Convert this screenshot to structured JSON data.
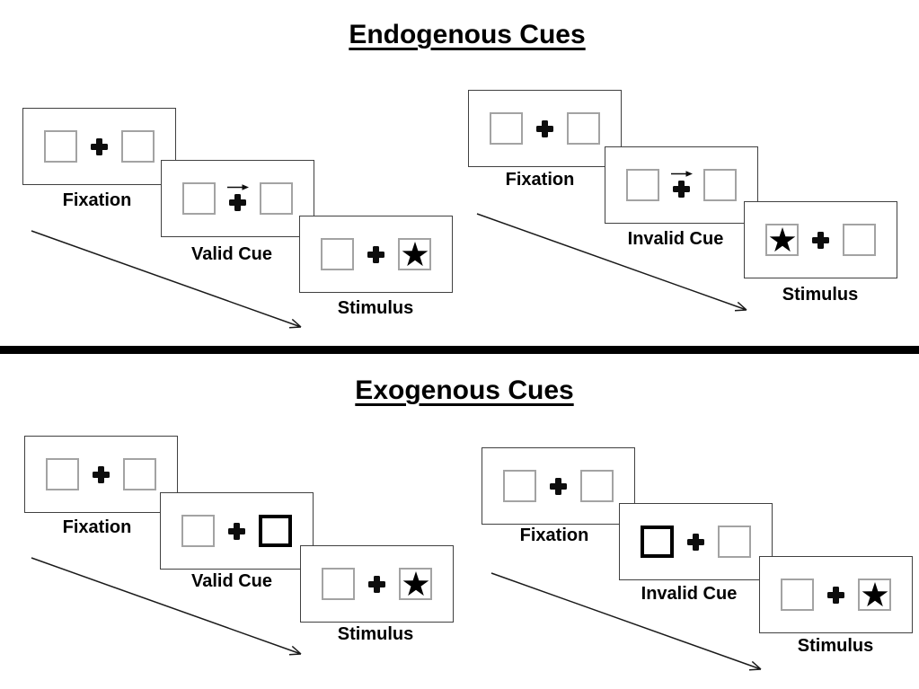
{
  "colors": {
    "background": "#ffffff",
    "card_border": "#404040",
    "placeholder_box_border": "#a3a3a3",
    "cue_box_border": "#000000",
    "ink": "#000000"
  },
  "icons": {
    "fixation_cross": "heavy-plus-icon",
    "cue_arrow": "right-arrow-icon",
    "target": "black-star-icon"
  },
  "sections": {
    "endogenous": {
      "title": "Endogenous Cues",
      "valid": {
        "fixation": "Fixation",
        "cue": "Valid Cue",
        "stimulus": "Stimulus",
        "cue_type": "central arrow pointing right",
        "target_side": "right"
      },
      "invalid": {
        "fixation": "Fixation",
        "cue": "Invalid Cue",
        "stimulus": "Stimulus",
        "cue_type": "central arrow pointing right",
        "target_side": "left"
      }
    },
    "exogenous": {
      "title": "Exogenous Cues",
      "valid": {
        "fixation": "Fixation",
        "cue": "Valid Cue",
        "stimulus": "Stimulus",
        "cue_type": "highlighted peripheral box on right",
        "target_side": "right"
      },
      "invalid": {
        "fixation": "Fixation",
        "cue": "Invalid Cue",
        "stimulus": "Stimulus",
        "cue_type": "highlighted peripheral box on left",
        "target_side": "right"
      }
    }
  }
}
